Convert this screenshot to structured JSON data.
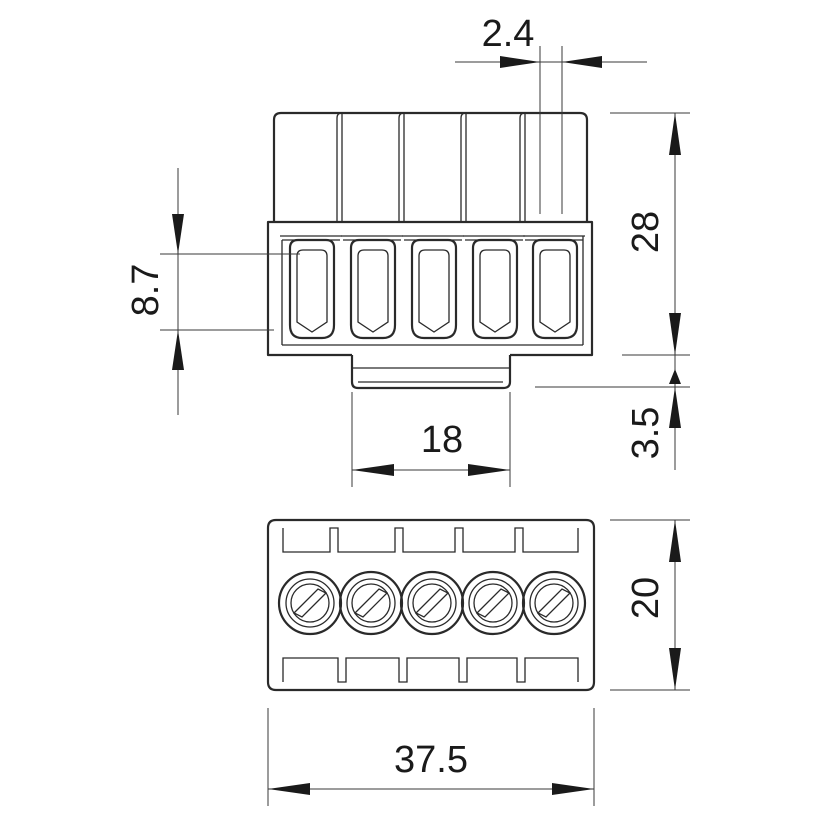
{
  "dimensions": {
    "slot_pitch": "2.4",
    "height_housing": "28",
    "clamp_height": "8.7",
    "base_width": "18",
    "base_height": "3.5",
    "width_top": "20",
    "overall_length": "37.5"
  },
  "colors": {
    "line": "#2a2a2a",
    "background": "#ffffff"
  }
}
